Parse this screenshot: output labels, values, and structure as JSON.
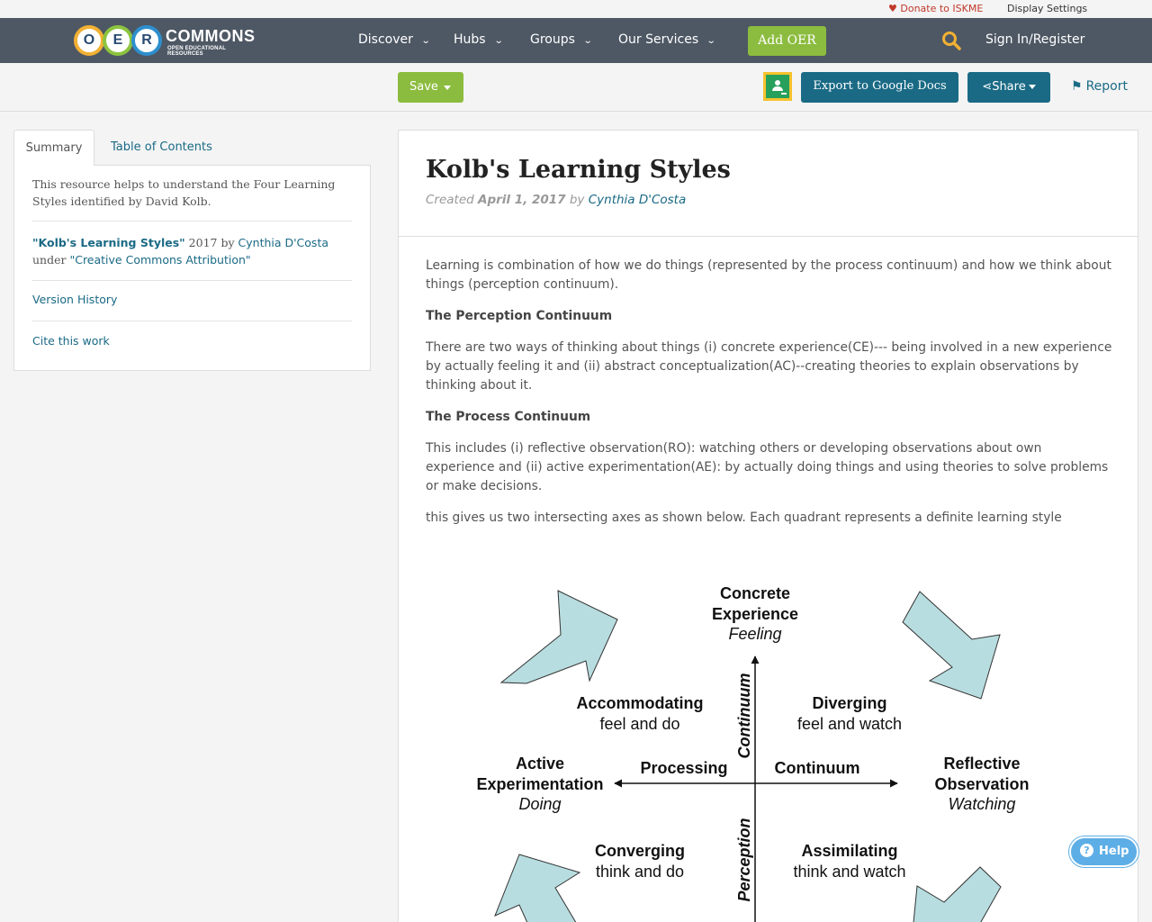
{
  "utility": {
    "donate": "Donate to ISKME",
    "display_settings": "Display Settings"
  },
  "logo": {
    "letters": [
      "O",
      "E",
      "R"
    ],
    "word": "COMMONS",
    "sub": "OPEN EDUCATIONAL RESOURCES"
  },
  "nav": {
    "items": [
      "Discover",
      "Hubs",
      "Groups",
      "Our Services"
    ],
    "add_oer": "Add OER",
    "signin": "Sign In/Register"
  },
  "toolbar": {
    "save": "Save",
    "export": "Export to Google Docs",
    "share": "Share",
    "report": "Report"
  },
  "sidebar": {
    "tabs": [
      "Summary",
      "Table of Contents"
    ],
    "description": "This resource helps to understand the Four Learning Styles identified by David Kolb.",
    "attribution": {
      "title": "\"Kolb's Learning Styles\"",
      "year": "2017 by",
      "author": "Cynthia D'Costa",
      "under": "under",
      "license": "\"Creative Commons Attribution\""
    },
    "version_history": "Version History",
    "cite": "Cite this work"
  },
  "resource": {
    "title": "Kolb's Learning Styles",
    "created_label": "Created",
    "date": "April 1, 2017",
    "by": "by",
    "author": "Cynthia D'Costa",
    "intro": "Learning is combination of how we do things (represented by the process continuum) and how we think about things (perception continuum).",
    "h1": "The Perception Continuum",
    "p1": "There are two ways of thinking about  things (i) concrete experience(CE)--- being involved in a new experience by actually feeling it and (ii) abstract conceptualization(AC)--creating theories to explain observations by thinking about it.",
    "h2": "The Process Continuum",
    "p2": "This includes (i) reflective observation(RO): watching others or developing observations about own experience and (ii) active experimentation(AE): by actually doing things and using theories to solve problems or make decisions.",
    "p3": "this gives us two intersecting axes as shown below. Each quadrant represents a definite learning style"
  },
  "diagram": {
    "top": [
      "Concrete",
      "Experience",
      "Feeling"
    ],
    "left": [
      "Active",
      "Experimentation",
      "Doing"
    ],
    "right": [
      "Reflective",
      "Observation",
      "Watching"
    ],
    "axis_h": [
      "Processing",
      "Continuum"
    ],
    "axis_v": [
      "Continuum",
      "Perception"
    ],
    "quadrants": {
      "accommodating": [
        "Accommodating",
        "feel and do"
      ],
      "diverging": [
        "Diverging",
        "feel and watch"
      ],
      "converging": [
        "Converging",
        "think and do"
      ],
      "assimilating": [
        "Assimilating",
        "think and watch"
      ]
    },
    "arrow_color": "#b8dde0"
  },
  "help": "Help"
}
